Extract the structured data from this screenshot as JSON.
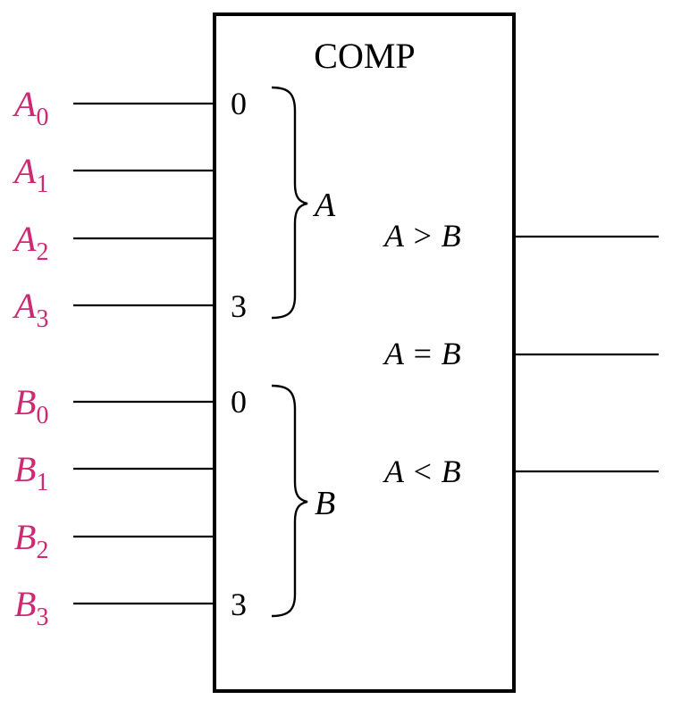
{
  "block": {
    "title": "COMP"
  },
  "colors": {
    "input_label": "#cc2a72",
    "ink": "#000000",
    "background": "#ffffff"
  },
  "inputs": [
    {
      "letter": "A",
      "sub": "0"
    },
    {
      "letter": "A",
      "sub": "1"
    },
    {
      "letter": "A",
      "sub": "2"
    },
    {
      "letter": "A",
      "sub": "3"
    },
    {
      "letter": "B",
      "sub": "0"
    },
    {
      "letter": "B",
      "sub": "1"
    },
    {
      "letter": "B",
      "sub": "2"
    },
    {
      "letter": "B",
      "sub": "3"
    }
  ],
  "groups": [
    {
      "name": "A",
      "first_pin": "0",
      "last_pin": "3"
    },
    {
      "name": "B",
      "first_pin": "0",
      "last_pin": "3"
    }
  ],
  "outputs": [
    {
      "label": "A > B"
    },
    {
      "label": "A = B"
    },
    {
      "label": "A < B"
    }
  ]
}
